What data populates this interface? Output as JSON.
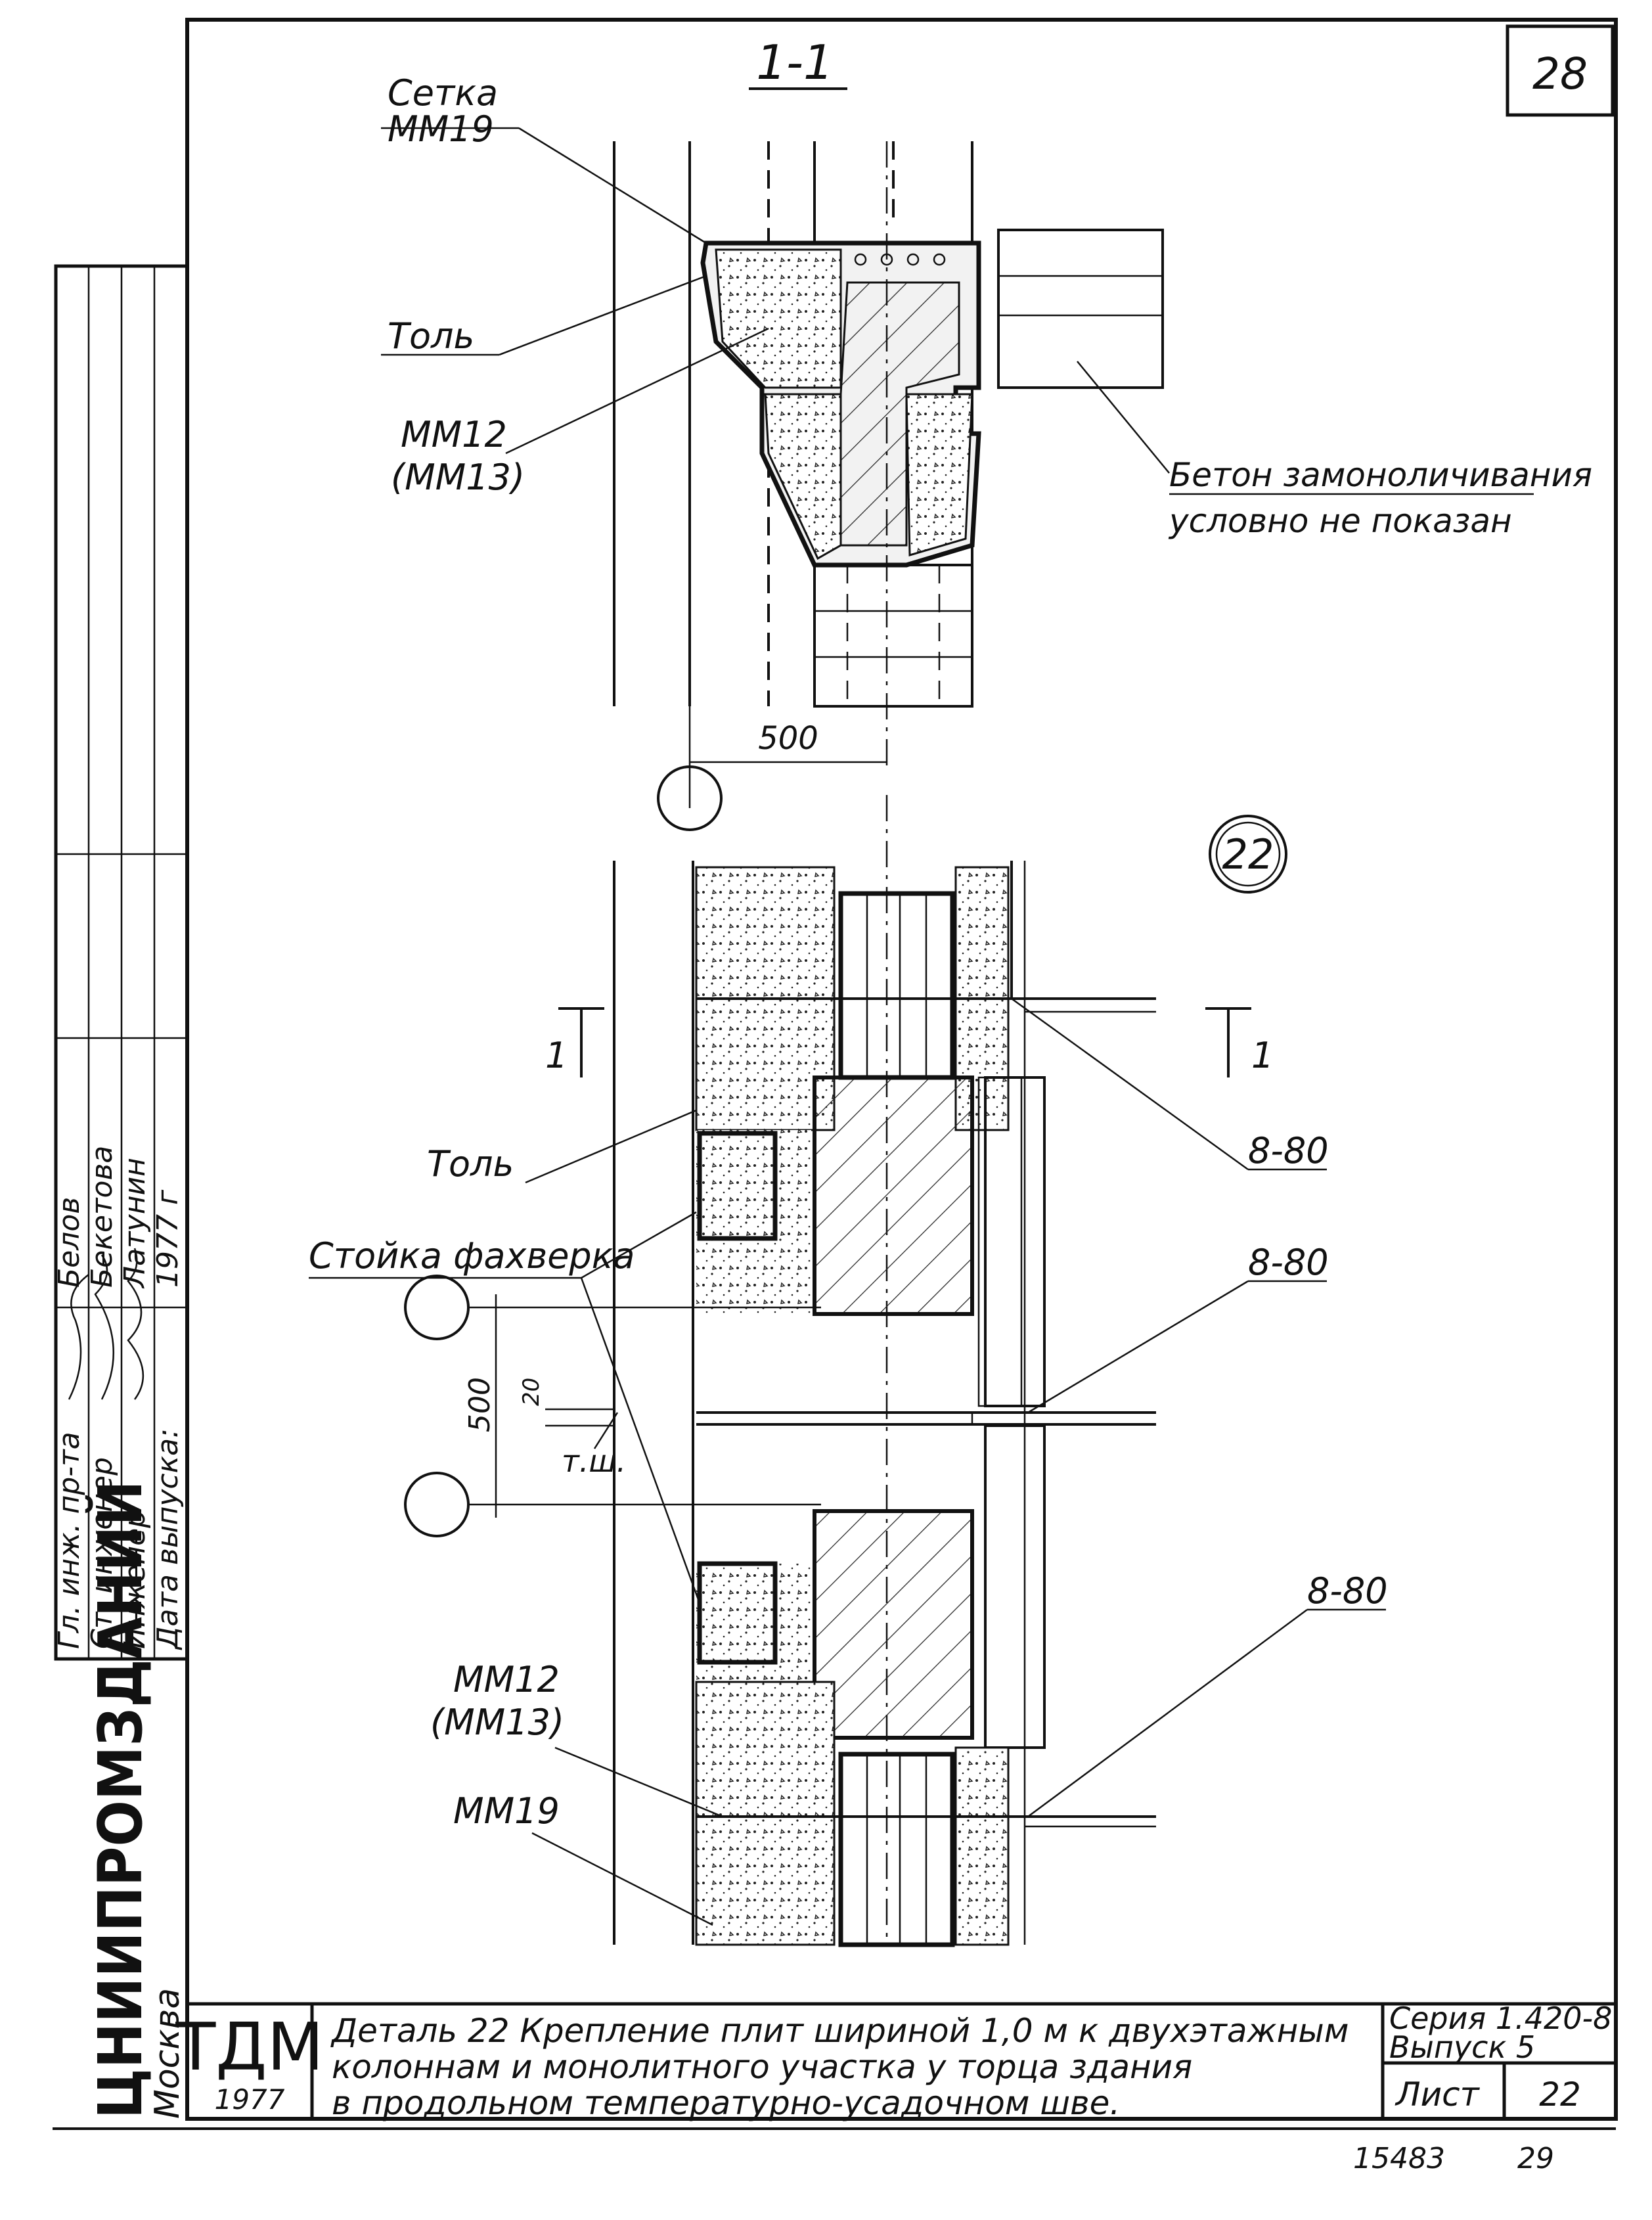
{
  "sheet": {
    "page_number": "28",
    "section_title": "1-1",
    "detail_number": "22",
    "titleblock": {
      "mark_line1": "ТДМ",
      "mark_year": "1977",
      "description_line1": "Деталь 22 Крепление плит шириной 1,0 м к двухэтажным",
      "description_line2": "колоннам и монолитного участка у торца здания",
      "description_line3": "в продольном температурно-усадочном шве.",
      "series": "Серия 1.420-8",
      "issue": "Выпуск 5",
      "sheet_label": "Лист",
      "sheet_number": "22",
      "archive_number": "15483",
      "archive_page": "29"
    },
    "side_stamp": {
      "org": "ЦНИИПРОМЗДАНИЙ",
      "city": "Москва",
      "roles": [
        "Гл. инж. пр-та",
        "Ст. инженер",
        "Инженер",
        "Дата выпуска:"
      ],
      "names": [
        "Белов",
        "Бекетова",
        "Латунин",
        "1977 г"
      ]
    }
  },
  "labels": {
    "setka": "Сетка",
    "mm19_top": "ММ19",
    "tol_top": "Толь",
    "mm12_top": "ММ12",
    "mm13_top": "(ММ13)",
    "beton_line1": "Бетон замоноличивания",
    "beton_line2": "условно не показан",
    "dim_500_top": "500",
    "tol_mid": "Толь",
    "stoyka": "Стойка фахверка",
    "dim_500_side": "500",
    "dim_20": "20",
    "tsh": "т.ш.",
    "weld_1": "8-80",
    "weld_2": "8-80",
    "weld_3": "8-80",
    "mm12_bot": "ММ12",
    "mm13_bot": "(ММ13)",
    "mm19_bot": "ММ19",
    "cut_left": "1",
    "cut_right": "1"
  }
}
